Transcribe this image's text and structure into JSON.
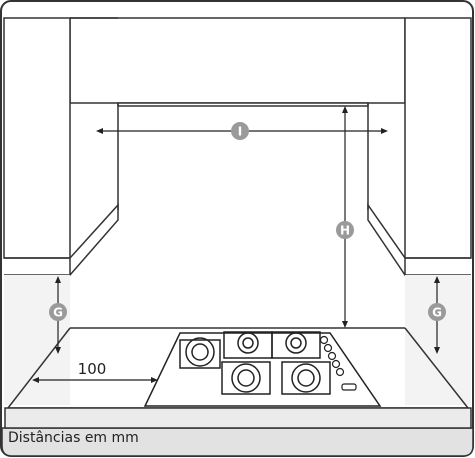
{
  "diagram": {
    "caption": "Distâncias em mm",
    "dimension_labels": {
      "I": "I",
      "H": "H",
      "G_left": "G",
      "G_right": "G"
    },
    "side_distance": "100",
    "colors": {
      "badge": "#9a9a9a",
      "caption_bar": "#e2e2e2",
      "line": "#222222"
    }
  }
}
